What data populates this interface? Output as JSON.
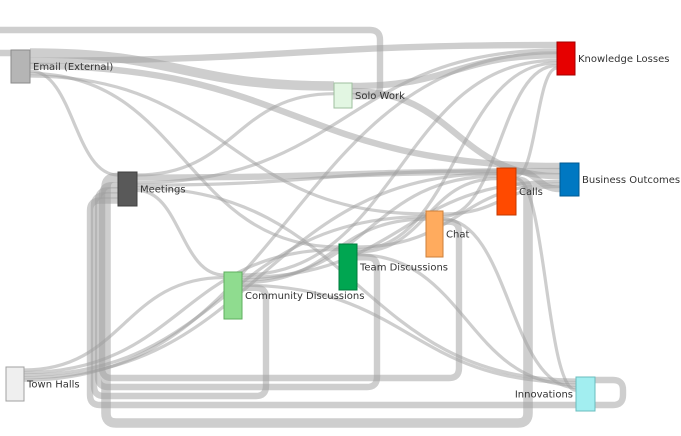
{
  "chart_data": {
    "type": "sankey",
    "title": "",
    "nodes": [
      {
        "id": "email",
        "label": "Email (External)",
        "color": "#b5b5b5",
        "stroke": "#8a8a8a"
      },
      {
        "id": "meetings",
        "label": "Meetings",
        "color": "#595959",
        "stroke": "#404040"
      },
      {
        "id": "townhalls",
        "label": "Town Halls",
        "color": "#efefef",
        "stroke": "#a0a0a0"
      },
      {
        "id": "solo",
        "label": "Solo Work",
        "color": "#e2f6e2",
        "stroke": "#9fbf9f"
      },
      {
        "id": "community",
        "label": "Community Discussions",
        "color": "#8fdc8f",
        "stroke": "#5faf5f"
      },
      {
        "id": "team",
        "label": "Team Discussions",
        "color": "#00a651",
        "stroke": "#007a3c"
      },
      {
        "id": "chat",
        "label": "Chat",
        "color": "#ffab5e",
        "stroke": "#cc7f3a"
      },
      {
        "id": "calls",
        "label": "Calls",
        "color": "#ff4a00",
        "stroke": "#c23800"
      },
      {
        "id": "knowledge",
        "label": "Knowledge Losses",
        "color": "#e60000",
        "stroke": "#a30000"
      },
      {
        "id": "business",
        "label": "Business Outcomes",
        "color": "#0078c2",
        "stroke": "#005a91"
      },
      {
        "id": "innovations",
        "label": "Innovations",
        "color": "#a2eef0",
        "stroke": "#6bbcbe"
      }
    ],
    "links": [
      {
        "source": "email",
        "target": "solo",
        "value": 3
      },
      {
        "source": "email",
        "target": "knowledge",
        "value": 2
      },
      {
        "source": "email",
        "target": "business",
        "value": 2
      },
      {
        "source": "email",
        "target": "meetings",
        "value": 1
      },
      {
        "source": "email",
        "target": "team",
        "value": 1
      },
      {
        "source": "email",
        "target": "chat",
        "value": 1
      },
      {
        "source": "meetings",
        "target": "solo",
        "value": 1
      },
      {
        "source": "meetings",
        "target": "business",
        "value": 2
      },
      {
        "source": "meetings",
        "target": "knowledge",
        "value": 1
      },
      {
        "source": "meetings",
        "target": "calls",
        "value": 1
      },
      {
        "source": "meetings",
        "target": "innovations",
        "value": 1
      },
      {
        "source": "meetings",
        "target": "community",
        "value": 1
      },
      {
        "source": "townhalls",
        "target": "community",
        "value": 1
      },
      {
        "source": "townhalls",
        "target": "team",
        "value": 1
      },
      {
        "source": "townhalls",
        "target": "chat",
        "value": 1
      },
      {
        "source": "townhalls",
        "target": "calls",
        "value": 1
      },
      {
        "source": "townhalls",
        "target": "knowledge",
        "value": 1
      },
      {
        "source": "solo",
        "target": "knowledge",
        "value": 2
      },
      {
        "source": "solo",
        "target": "business",
        "value": 2
      },
      {
        "source": "solo",
        "target": "email",
        "value": 2
      },
      {
        "source": "community",
        "target": "knowledge",
        "value": 1
      },
      {
        "source": "community",
        "target": "business",
        "value": 1
      },
      {
        "source": "community",
        "target": "calls",
        "value": 1
      },
      {
        "source": "community",
        "target": "chat",
        "value": 1
      },
      {
        "source": "community",
        "target": "innovations",
        "value": 1
      },
      {
        "source": "team",
        "target": "business",
        "value": 1
      },
      {
        "source": "team",
        "target": "knowledge",
        "value": 1
      },
      {
        "source": "team",
        "target": "calls",
        "value": 1
      },
      {
        "source": "team",
        "target": "innovations",
        "value": 1
      },
      {
        "source": "chat",
        "target": "business",
        "value": 1
      },
      {
        "source": "chat",
        "target": "knowledge",
        "value": 1
      },
      {
        "source": "chat",
        "target": "innovations",
        "value": 1
      },
      {
        "source": "calls",
        "target": "business",
        "value": 2
      },
      {
        "source": "calls",
        "target": "knowledge",
        "value": 1
      },
      {
        "source": "calls",
        "target": "innovations",
        "value": 1
      },
      {
        "source": "calls",
        "target": "meetings",
        "value": 3
      },
      {
        "source": "chat",
        "target": "meetings",
        "value": 2
      },
      {
        "source": "team",
        "target": "meetings",
        "value": 2
      },
      {
        "source": "community",
        "target": "meetings",
        "value": 2
      },
      {
        "source": "innovations",
        "target": "meetings",
        "value": 2
      }
    ]
  }
}
